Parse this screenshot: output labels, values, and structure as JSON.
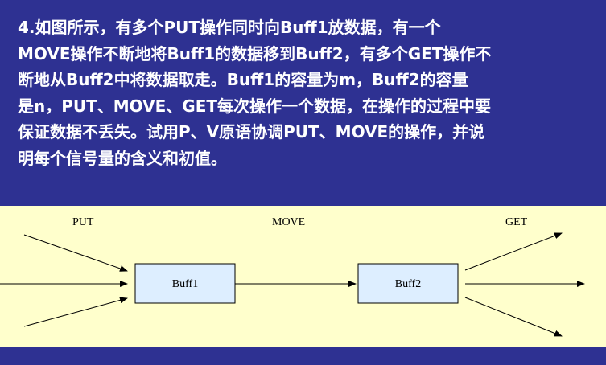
{
  "question": {
    "lines": [
      "4.如图所示，有多个PUT操作同时向Buff1放数据，有一个",
      "MOVE操作不断地将Buff1的数据移到Buff2，有多个GET操作不",
      "断地从Buff2中将数据取走。Buff1的容量为m，Buff2的容量",
      "是n，PUT、MOVE、GET每次操作一个数据，在操作的过程中要",
      "保证数据不丢失。试用P、V原语协调PUT、MOVE的操作，并说",
      "明每个信号量的含义和初值。"
    ]
  },
  "diagram": {
    "labels": {
      "put": "PUT",
      "move": "MOVE",
      "get": "GET"
    },
    "boxes": {
      "buff1": "Buff1",
      "buff2": "Buff2"
    }
  },
  "colors": {
    "background": "#2e3192",
    "panel": "#ffffcc",
    "text": "#ffffff",
    "box_fill": "#ddeeff"
  }
}
